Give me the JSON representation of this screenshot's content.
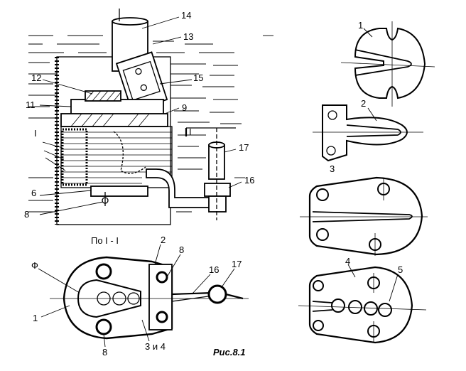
{
  "figure": {
    "caption": "Рис.8.1",
    "section_title": "По I - I",
    "section_mark": "I",
    "labels": {
      "main": [
        "14",
        "13",
        "15",
        "12",
        "11",
        "9",
        "17",
        "16",
        "6",
        "8"
      ],
      "plan": [
        "2",
        "8",
        "16",
        "17",
        "Ф",
        "1",
        "8",
        "3 и 4"
      ],
      "parts": [
        "1",
        "2",
        "3",
        "4",
        "5"
      ]
    }
  },
  "colors": {
    "ink": "#000000",
    "paper": "#ffffff"
  }
}
